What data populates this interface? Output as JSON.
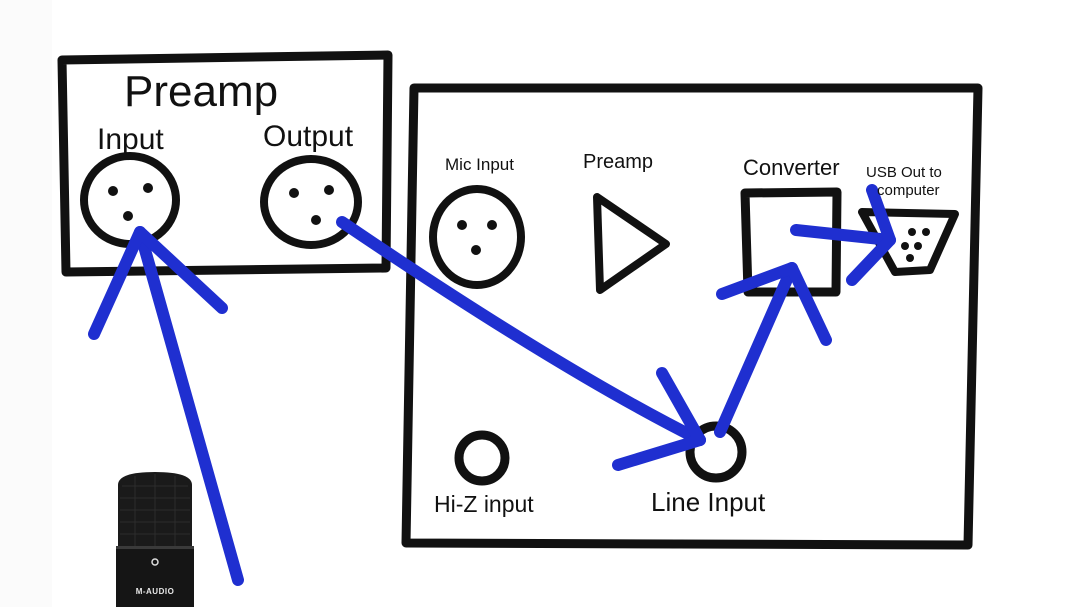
{
  "preamp_box": {
    "title": "Preamp",
    "input_label": "Input",
    "output_label": "Output"
  },
  "interface_box": {
    "mic_input_label": "Mic Input",
    "preamp_label": "Preamp",
    "converter_label": "Converter",
    "usb_label_line1": "USB Out to",
    "usb_label_line2": "computer",
    "hiz_label": "Hi-Z input",
    "line_input_label": "Line Input"
  },
  "microphone": {
    "brand": "M-AUDIO"
  },
  "colors": {
    "ink": "#111111",
    "arrow": "#1f2fd0",
    "mic_body": "#1a1a1a"
  }
}
